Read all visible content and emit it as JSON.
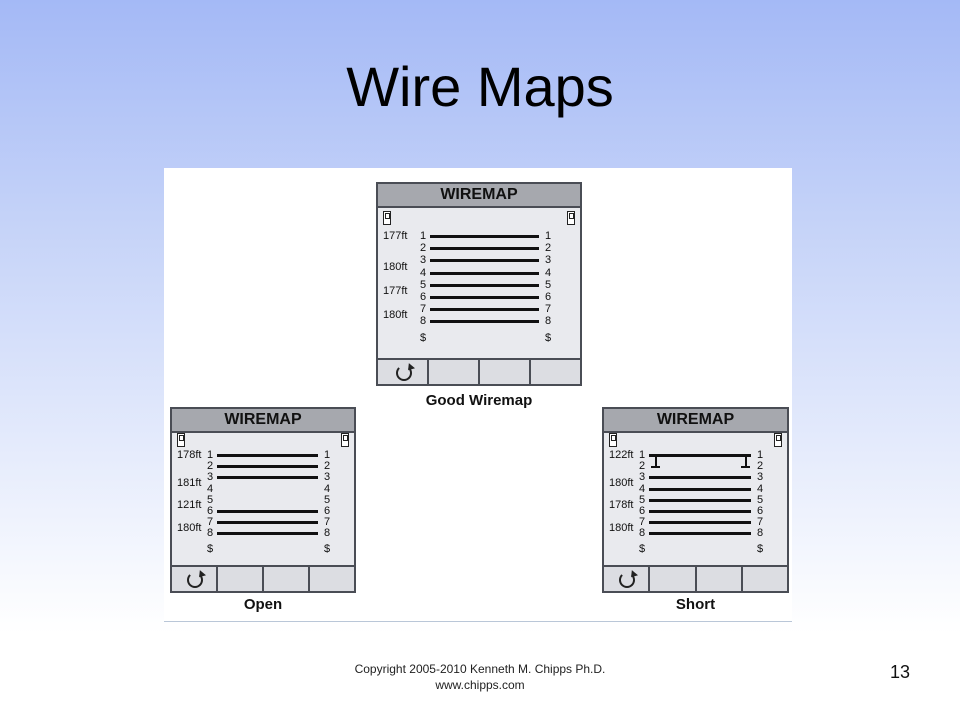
{
  "slide": {
    "title": "Wire Maps",
    "copyright_line1": "Copyright 2005-2010 Kenneth M. Chipps Ph.D.",
    "copyright_line2": "www.chipps.com",
    "slide_number": "13"
  },
  "panels": [
    {
      "id": "good",
      "header": "WIREMAP",
      "caption": "Good Wiremap",
      "lengths": [
        "177ft",
        "180ft",
        "177ft",
        "180ft"
      ],
      "pins": [
        "1",
        "2",
        "3",
        "4",
        "5",
        "6",
        "7",
        "8",
        "$"
      ],
      "wires_connected": [
        1,
        2,
        3,
        4,
        5,
        6,
        7,
        8
      ],
      "short_pair": []
    },
    {
      "id": "open",
      "header": "WIREMAP",
      "caption": "Open",
      "lengths": [
        "178ft",
        "181ft",
        "121ft",
        "180ft"
      ],
      "pins": [
        "1",
        "2",
        "3",
        "4",
        "5",
        "6",
        "7",
        "8",
        "$"
      ],
      "wires_connected": [
        1,
        2,
        3,
        6,
        7,
        8
      ],
      "short_pair": []
    },
    {
      "id": "short",
      "header": "WIREMAP",
      "caption": "Short",
      "lengths": [
        "122ft",
        "180ft",
        "178ft",
        "180ft"
      ],
      "pins": [
        "1",
        "2",
        "3",
        "4",
        "5",
        "6",
        "7",
        "8",
        "$"
      ],
      "wires_connected": [
        1,
        3,
        4,
        5,
        6,
        7,
        8
      ],
      "short_pair": [
        1,
        2
      ]
    }
  ],
  "icons": {
    "tester": "tester-device-icon",
    "refresh": "refresh-icon"
  }
}
